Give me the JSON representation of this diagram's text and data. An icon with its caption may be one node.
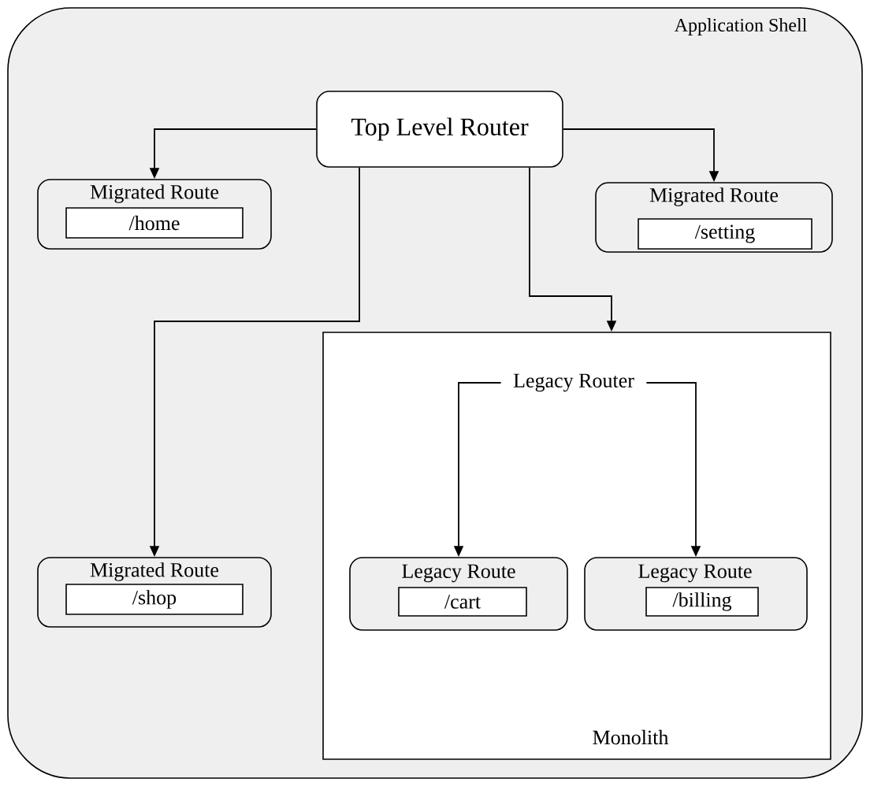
{
  "diagram": {
    "nodes": [
      {
        "text": [
          "Application Shell"
        ]
      },
      {
        "text": [
          "Top Level Router"
        ],
        "in": 0
      },
      {
        "text": [
          "Migrated Route"
        ],
        "in": 0
      },
      {
        "text": [
          "/home"
        ],
        "in": 2
      },
      {
        "text": [
          "Migrated Route"
        ],
        "in": 0
      },
      {
        "text": [
          "/setting"
        ],
        "in": 4
      },
      {
        "text": [
          "Monolith"
        ],
        "in": 0
      },
      {
        "text": [
          "Legacy Router"
        ],
        "in": 6
      },
      {
        "text": [
          "Migrated Route"
        ],
        "in": 0
      },
      {
        "text": [
          "/shop"
        ],
        "in": 8
      },
      {
        "text": [
          "Legacy Route"
        ],
        "in": 6
      },
      {
        "text": [
          "/cart"
        ],
        "in": 10
      },
      {
        "text": [
          "Legacy Route"
        ],
        "in": 6
      },
      {
        "text": [
          "/billing"
        ],
        "in": 12
      }
    ],
    "edges": [
      {
        "from": 1,
        "to": 2,
        "arrow": "to"
      },
      {
        "from": 1,
        "to": 4,
        "arrow": "to"
      },
      {
        "from": 1,
        "to": 8,
        "arrow": "to"
      },
      {
        "from": 1,
        "to": 6,
        "arrow": "to"
      },
      {
        "from": 7,
        "to": 10,
        "arrow": "to"
      },
      {
        "from": 7,
        "to": 12,
        "arrow": "to"
      }
    ]
  }
}
